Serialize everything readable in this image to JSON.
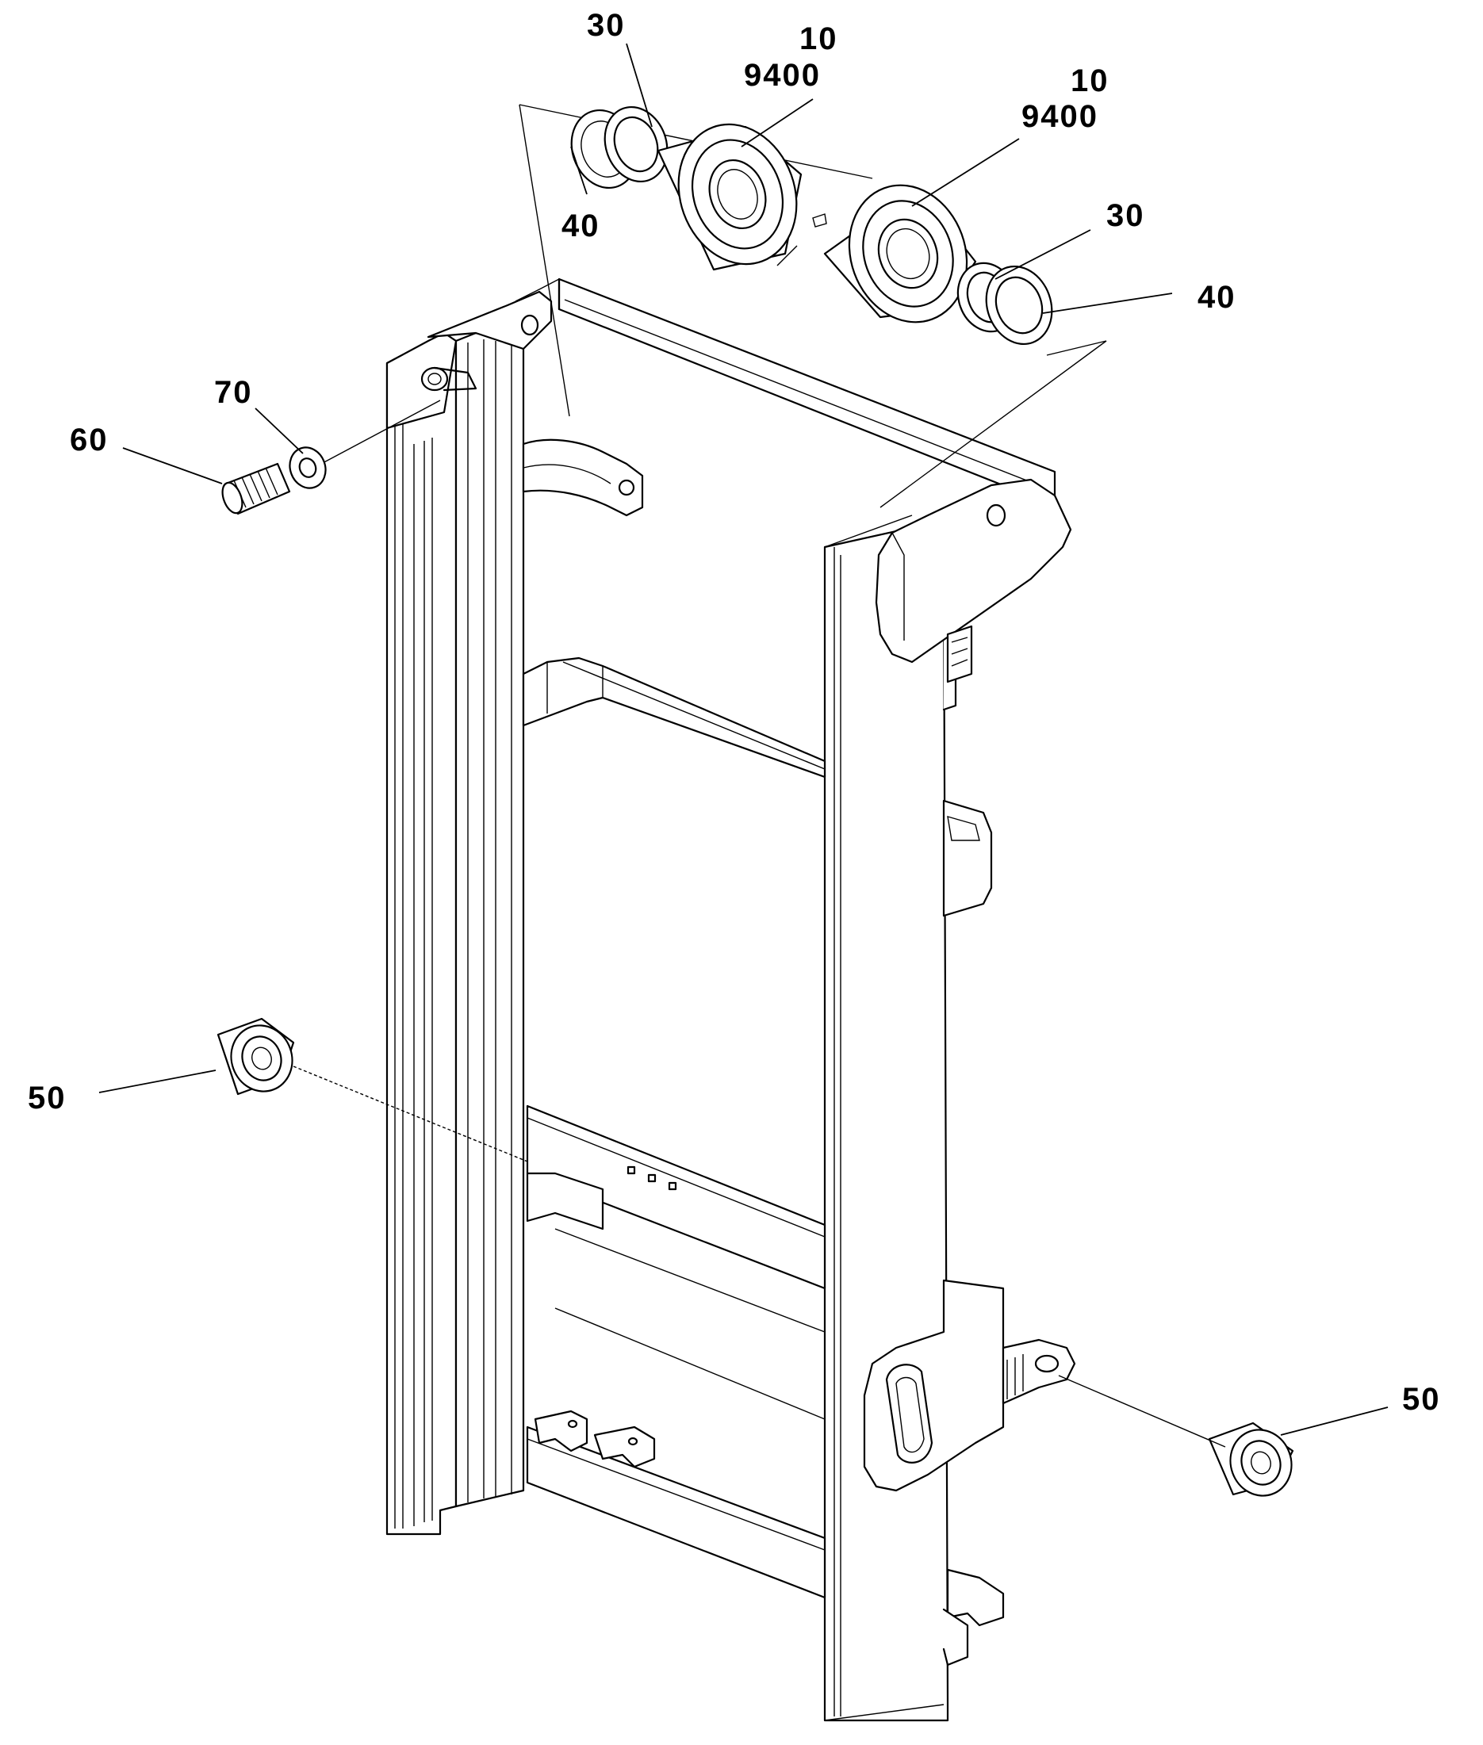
{
  "diagram": {
    "callouts": {
      "c30_top": "30",
      "c10_a": "10",
      "c9400_a": "9400",
      "c10_b": "10",
      "c9400_b": "9400",
      "c40_left": "40",
      "c30_right": "30",
      "c40_right": "40",
      "c70": "70",
      "c60": "60",
      "c50_left": "50",
      "c50_right": "50"
    }
  }
}
